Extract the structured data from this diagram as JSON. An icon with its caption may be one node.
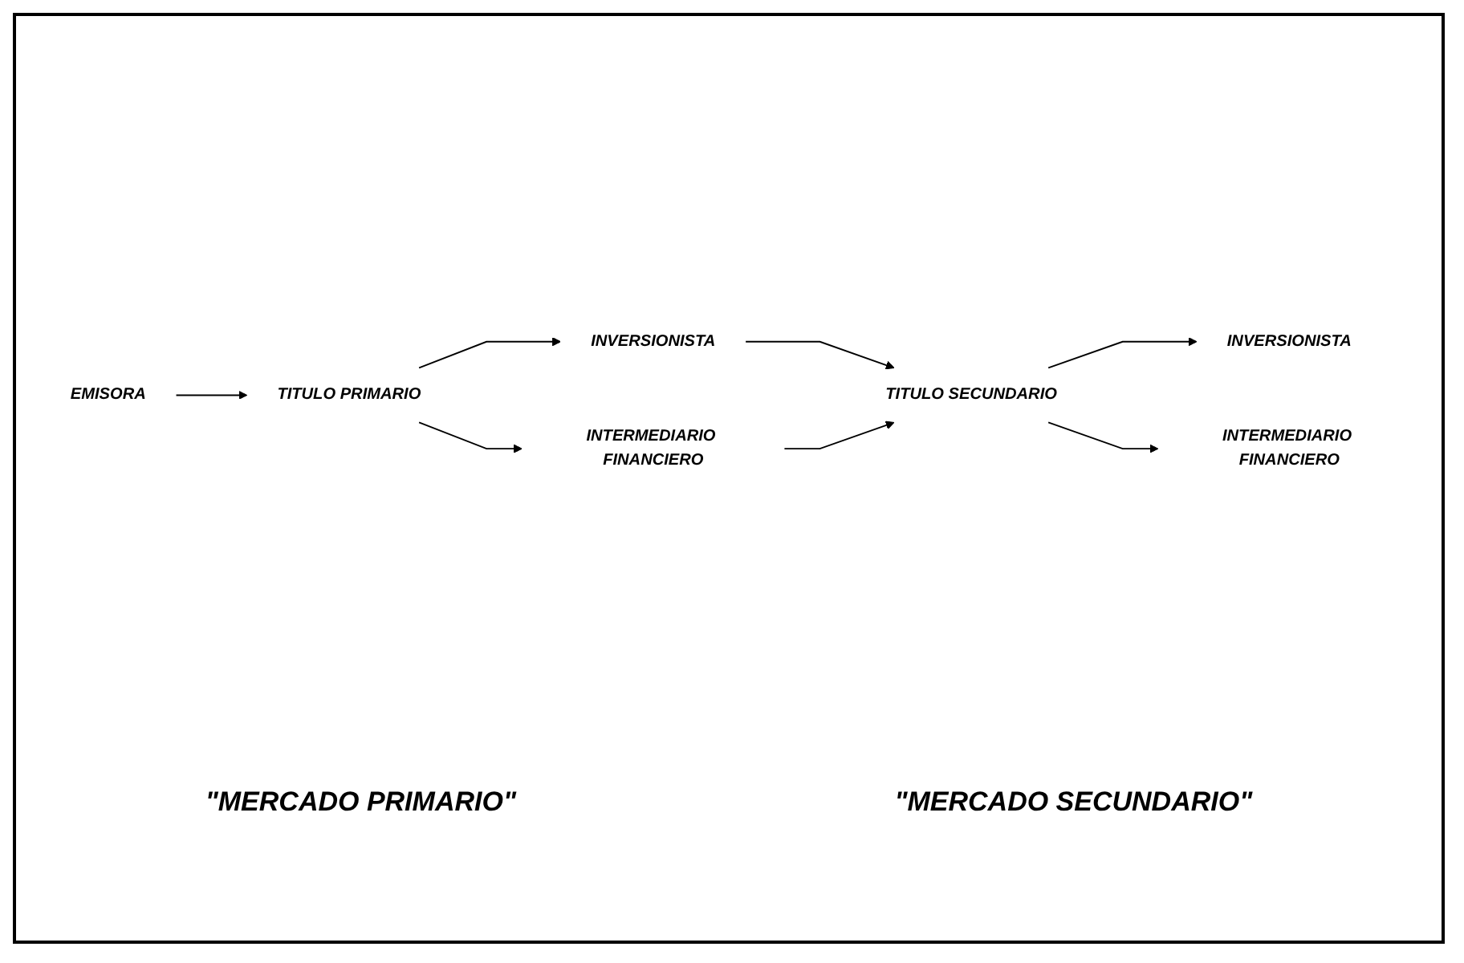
{
  "diagram": {
    "nodes": [
      {
        "text": [
          "INVERSIONISTA"
        ]
      },
      {
        "text": [
          "EMISORA"
        ]
      },
      {
        "text": [
          "TITULO PRIMARIO"
        ]
      },
      {
        "text": [
          "INTERMEDIARIO FINANCIERO"
        ]
      },
      {
        "text": [
          "INVERSIONISTA"
        ]
      },
      {
        "text": [
          "TITULO SECUNDARIO"
        ]
      },
      {
        "text": [
          "INTERMEDIARIO FINANCIERO"
        ]
      }
    ],
    "edges": [
      {
        "from": 1,
        "to": 2,
        "arrow": "to"
      },
      {
        "from": 2,
        "to": 0,
        "arrow": "to"
      },
      {
        "from": 2,
        "to": 3,
        "arrow": "to"
      },
      {
        "from": 0,
        "to": 5,
        "arrow": "to"
      },
      {
        "from": 3,
        "to": 5,
        "arrow": "to"
      },
      {
        "from": 5,
        "to": 4,
        "arrow": "to"
      },
      {
        "from": 5,
        "to": 6,
        "arrow": "to"
      }
    ],
    "labels": [
      "\"MERCADO PRIMARIO\"",
      "\"MERCADO SECUNDARIO\""
    ]
  }
}
